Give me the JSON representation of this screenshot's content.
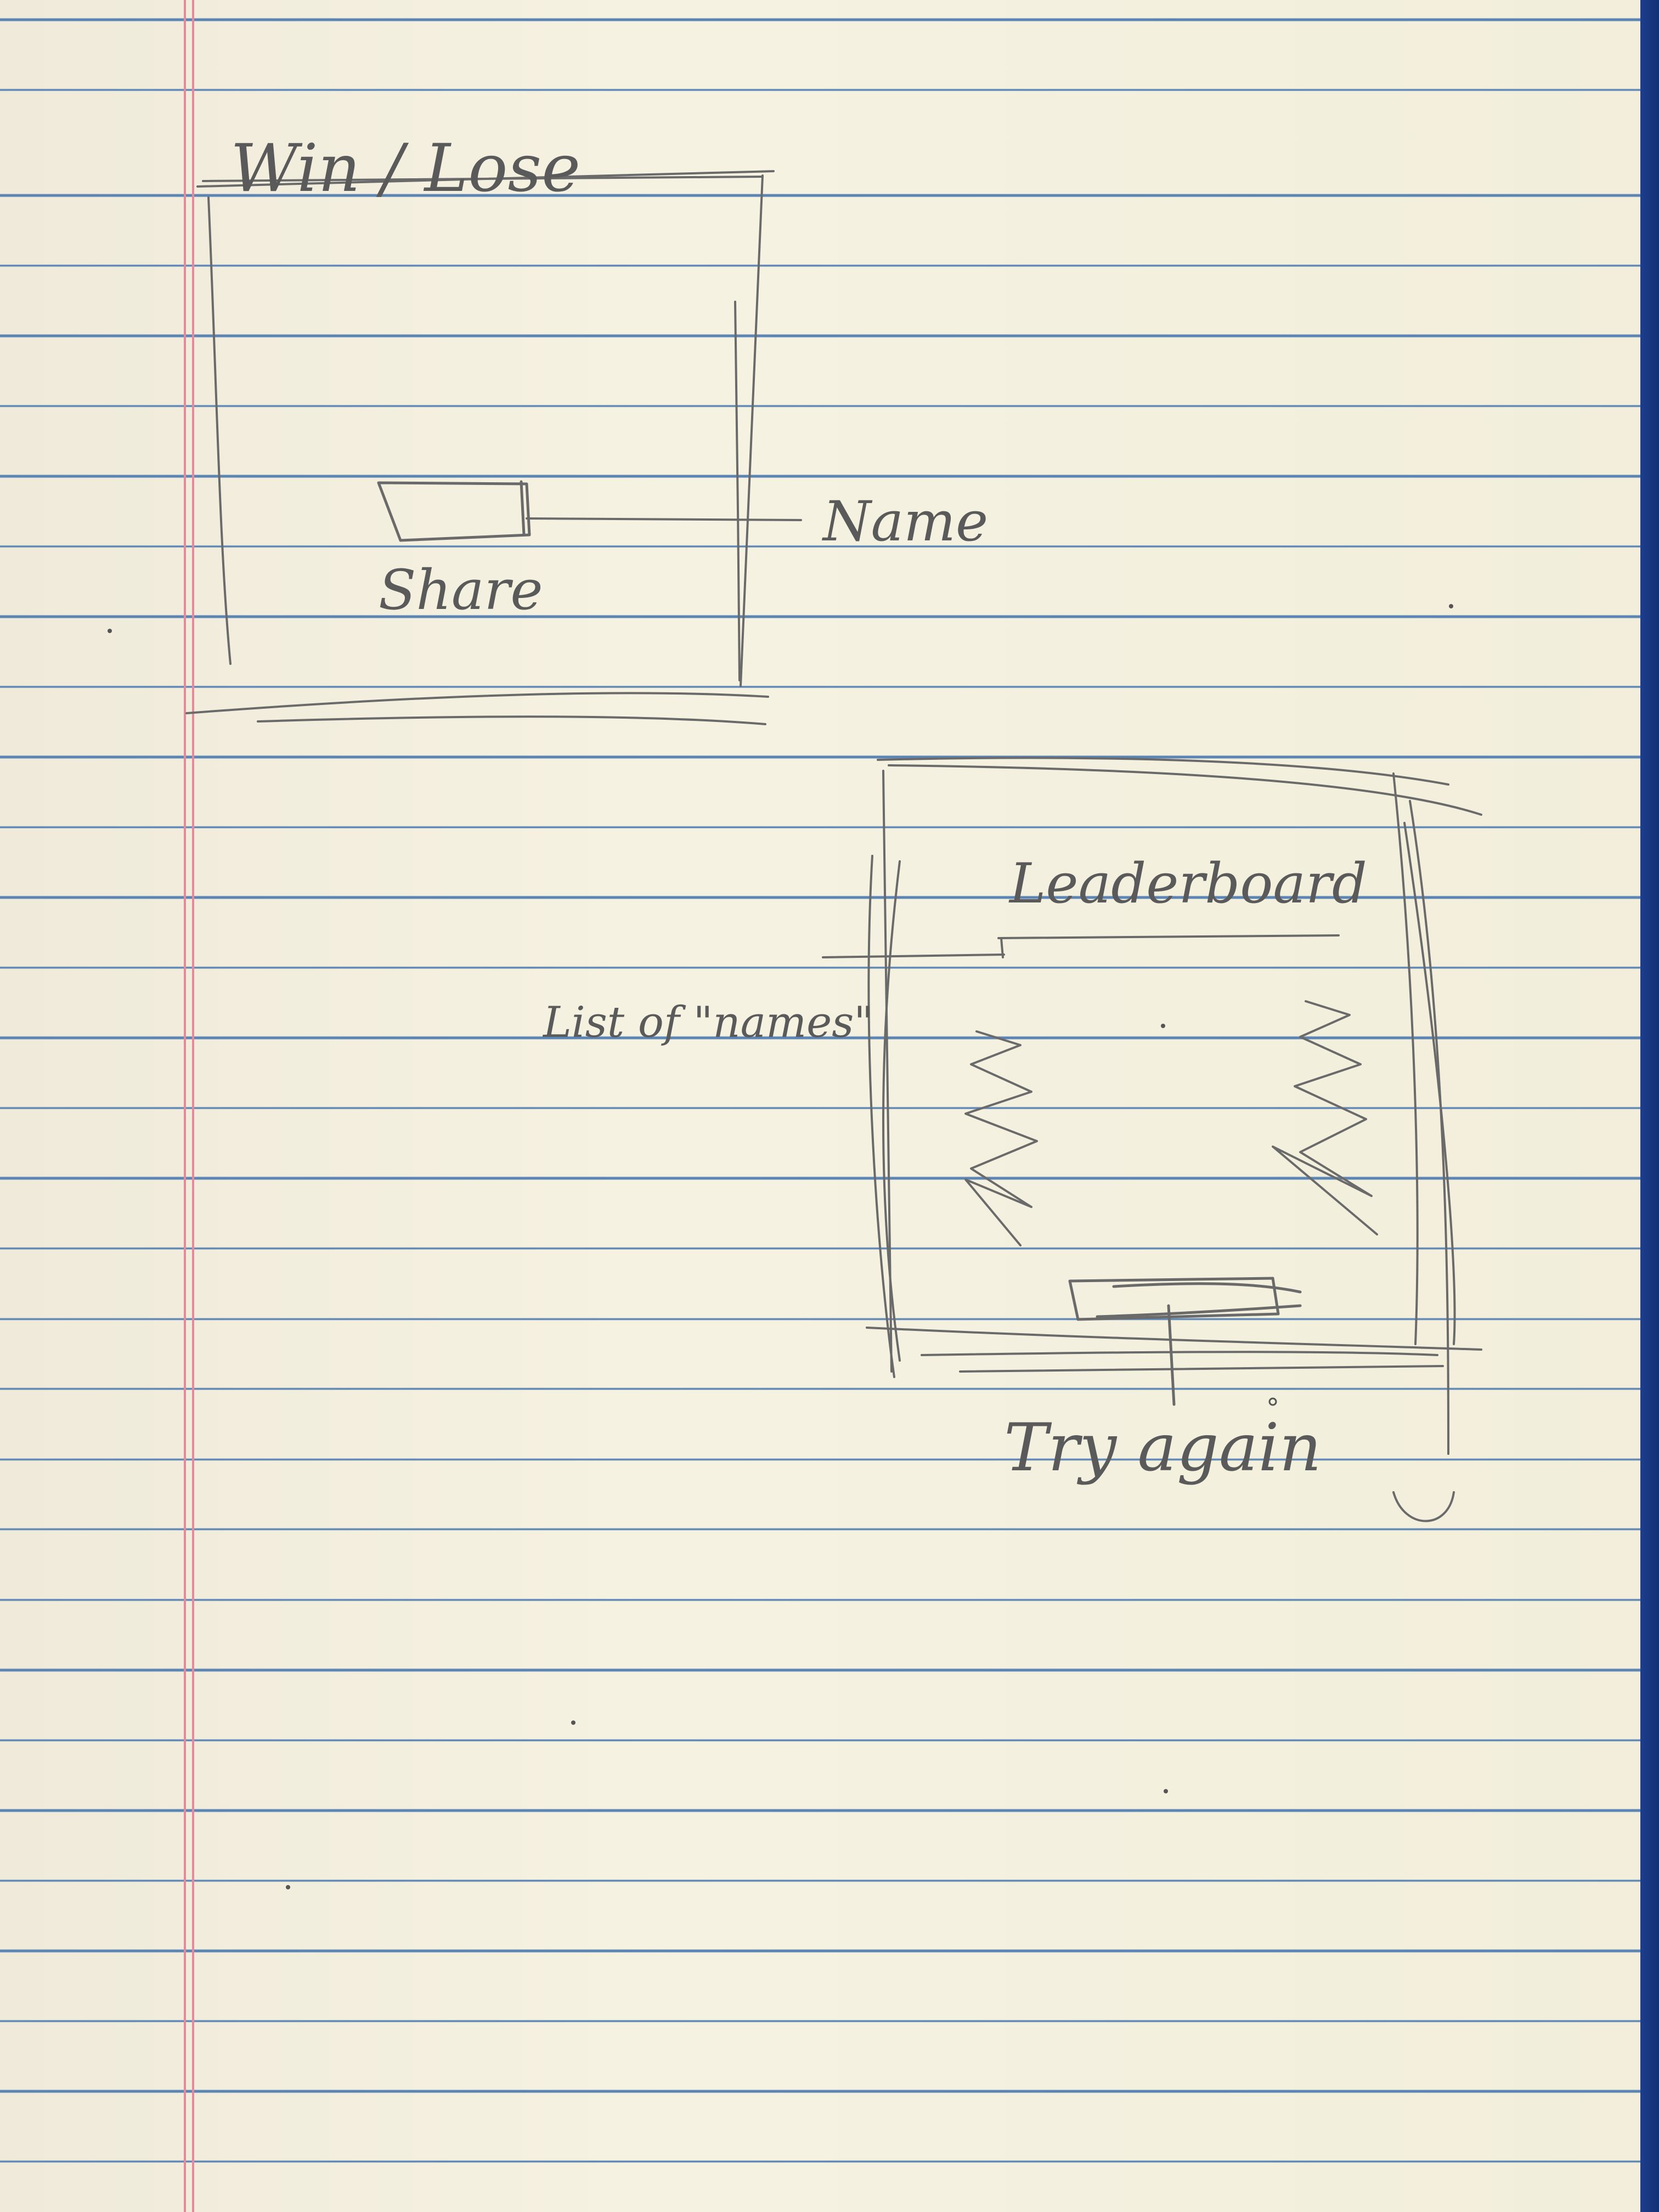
{
  "win_screen": {
    "title": "Win / Lose",
    "button_label": "Share",
    "annotation": "Name"
  },
  "leaderboard_screen": {
    "title": "Leaderboard",
    "annotation": "List of \"names\"",
    "button_label": "Try again"
  },
  "colors": {
    "paper": "#f4f0de",
    "rule_line": "#5a84b4",
    "margin_line": "#e58a9b",
    "pencil": "#5a5a5a",
    "desk": "#1c3e8e"
  }
}
